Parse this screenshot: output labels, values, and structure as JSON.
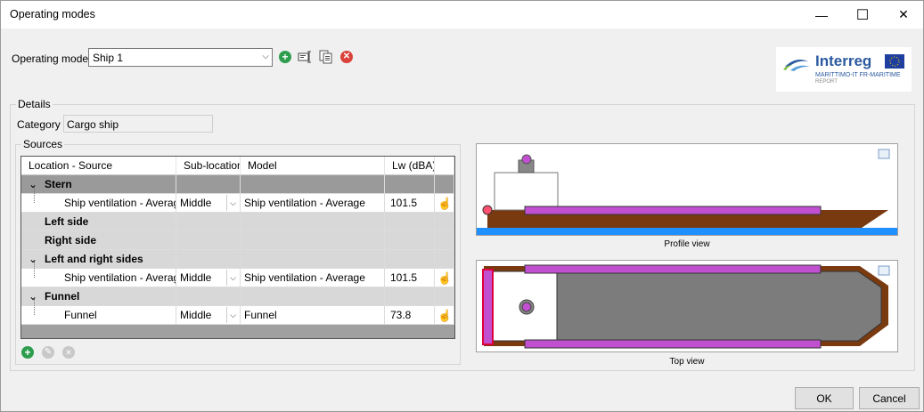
{
  "window": {
    "title": "Operating modes",
    "minimize": "—",
    "maximize": "☐",
    "close": "✕"
  },
  "toolbar": {
    "mode_label": "Operating mode",
    "mode_value": "Ship 1"
  },
  "logo": {
    "brand": "Interreg",
    "line1": "MARITTIMO-IT FR-MARITIME",
    "line2": "REPORT"
  },
  "details": {
    "title": "Details",
    "category_label": "Category",
    "category_value": "Cargo ship",
    "sources_title": "Sources"
  },
  "grid": {
    "columns": [
      "Location - Source",
      "Sub-location",
      "Model",
      "Lw (dBA)"
    ],
    "rows": [
      {
        "kind": "group",
        "label": "Stern",
        "expand": "⌄"
      },
      {
        "kind": "data",
        "source": "Ship ventilation - Average",
        "sub": "Middle",
        "model": "Ship ventilation - Average",
        "lw": "101.5"
      },
      {
        "kind": "group",
        "label": "Left side",
        "expand": ""
      },
      {
        "kind": "group",
        "label": "Right side",
        "expand": ""
      },
      {
        "kind": "group",
        "label": "Left and right sides",
        "expand": "⌄"
      },
      {
        "kind": "data",
        "source": "Ship ventilation - Average",
        "sub": "Middle",
        "model": "Ship ventilation - Average",
        "lw": "101.5"
      },
      {
        "kind": "group",
        "label": "Funnel",
        "expand": "⌄"
      },
      {
        "kind": "data",
        "source": "Funnel",
        "sub": "Middle",
        "model": "Funnel",
        "lw": "73.8"
      }
    ]
  },
  "views": {
    "profile_caption": "Profile view",
    "top_caption": "Top view"
  },
  "colors": {
    "hull": "#7a3a10",
    "deck": "#c050d0",
    "water": "#1e90ff",
    "selected_group": "#9a9a9a",
    "add_green": "#2e9e4e",
    "delete_red": "#d9413a"
  },
  "buttons": {
    "ok": "OK",
    "cancel": "Cancel"
  }
}
